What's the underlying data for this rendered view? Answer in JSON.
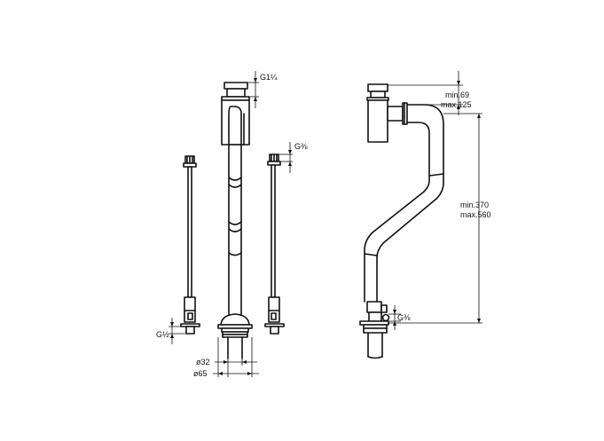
{
  "labels": {
    "thread_top": "G1¼",
    "thread_right_supply": "G⅜",
    "thread_left_supply": "G½",
    "dia_inner": "ø32",
    "dia_outer": "ø65",
    "thread_side": "G⅜",
    "dim_top_min": "min.69",
    "dim_top_max": "max.125",
    "dim_height_min": "min.370",
    "dim_height_max": "max.560"
  }
}
